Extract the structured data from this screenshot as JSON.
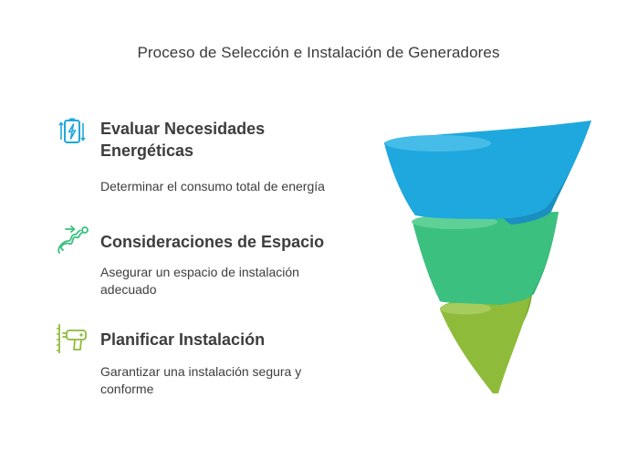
{
  "title": "Proceso de Selección e Instalación de Generadores",
  "steps": [
    {
      "heading": "Evaluar Necesidades Energéticas",
      "description": "Determinar el consumo total de energía",
      "icon": "battery-charging-icon",
      "color": "#1fa8dd"
    },
    {
      "heading": "Consideraciones de Espacio",
      "description": "Asegurar un espacio de instalación adecuado",
      "icon": "route-path-icon",
      "color": "#3cc07f"
    },
    {
      "heading": "Planificar Instalación",
      "description": "Garantizar una instalación segura y conforme",
      "icon": "drill-icon",
      "color": "#8fbb3a"
    }
  ],
  "colors": {
    "blue": "#1fa8dd",
    "blue_dark": "#1b8fc1",
    "green": "#3cc07f",
    "green_dark": "#33a86e",
    "lime": "#8fbb3a",
    "lime_dark": "#7ba52f"
  }
}
